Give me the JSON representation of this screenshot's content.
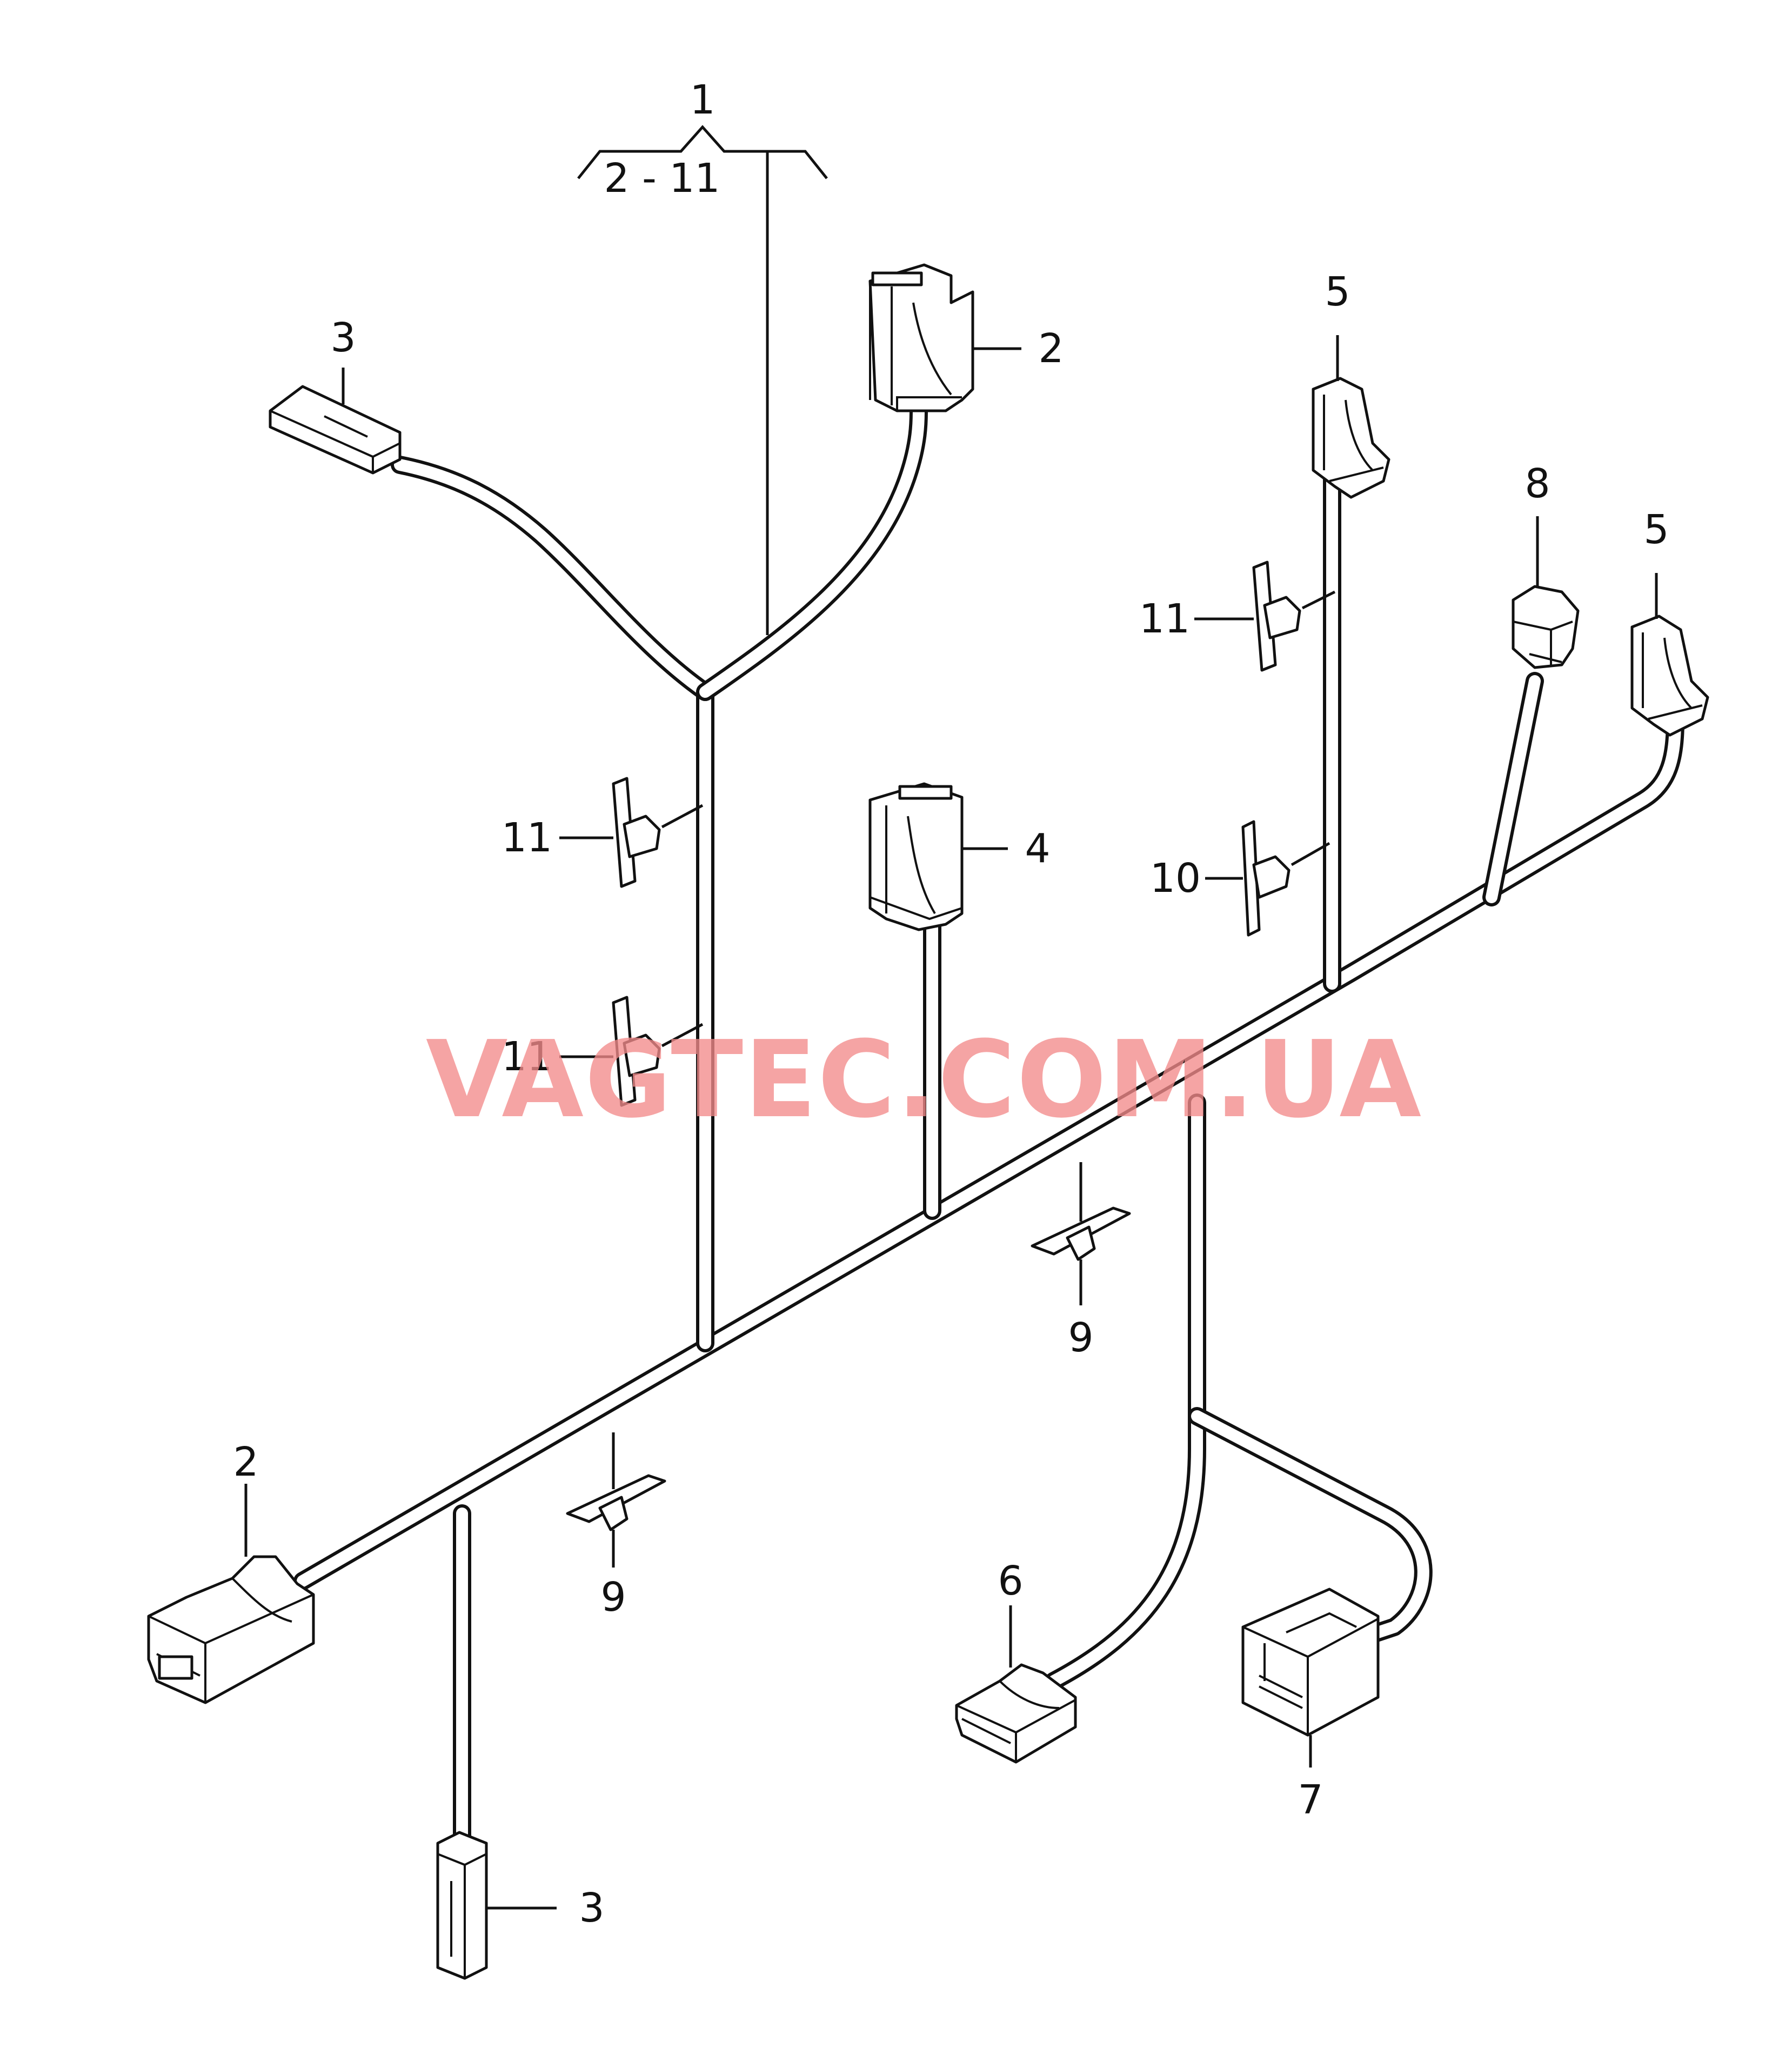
{
  "title_label": "1",
  "range_label": "2 - 11",
  "callouts": {
    "c2_top": "2",
    "c2_bottom": "2",
    "c3_top": "3",
    "c3_bottom": "3",
    "c4": "4",
    "c5_left": "5",
    "c5_right": "5",
    "c6": "6",
    "c7": "7",
    "c8": "8",
    "c9_left": "9",
    "c9_right": "9",
    "c10": "10",
    "c11_right": "11",
    "c11_left_upper": "11",
    "c11_left_lower": "11"
  },
  "watermark": "VAGTEC.COM.UA"
}
